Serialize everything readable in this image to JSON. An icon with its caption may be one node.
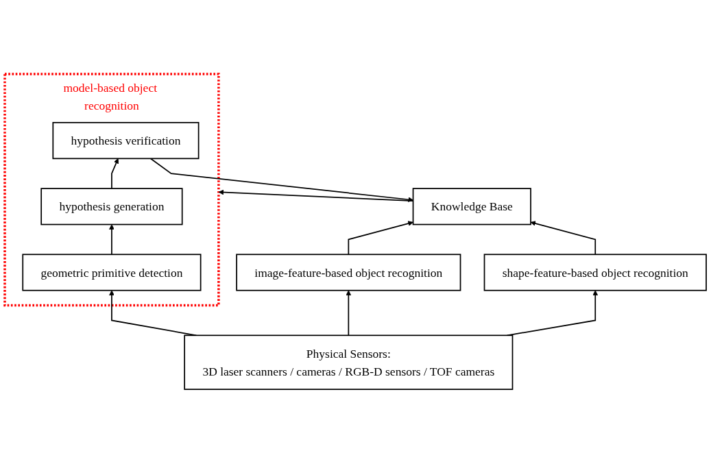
{
  "diagram": {
    "nodes": [
      {
        "text": [
          "Knowledge Base"
        ]
      },
      {
        "text": [
          "image-feature-based object recognition"
        ]
      },
      {
        "text": [
          "shape-feature-based object recognition"
        ]
      },
      {
        "text": [
          "model-based object recognition"
        ]
      },
      {
        "text": [
          "hypothesis verification"
        ],
        "in": 3
      },
      {
        "text": [
          "hypothesis generation"
        ],
        "in": 3
      },
      {
        "text": [
          "geometric primitive detection"
        ],
        "in": 3
      },
      {
        "text": [
          "Physical Sensors:",
          "3D laser scanners / cameras / RGB-D sensors / TOF cameras"
        ]
      }
    ],
    "edges": [
      {
        "from": 1,
        "to": 0,
        "arrow": "to"
      },
      {
        "from": 2,
        "to": 0,
        "arrow": "to"
      },
      {
        "from": 4,
        "to": 0,
        "arrow": "to"
      },
      {
        "from": 0,
        "to": 3,
        "arrow": "to"
      },
      {
        "from": 5,
        "to": 4,
        "arrow": "to"
      },
      {
        "from": 6,
        "to": 5,
        "arrow": "to"
      },
      {
        "from": 7,
        "to": 1,
        "arrow": "to"
      },
      {
        "from": 7,
        "to": 2,
        "arrow": "to"
      },
      {
        "from": 7,
        "to": 6,
        "arrow": "to"
      }
    ]
  }
}
